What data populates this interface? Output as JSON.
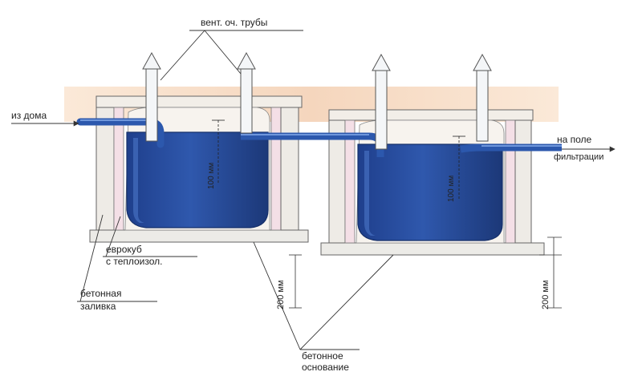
{
  "labels": {
    "vent": "вент. оч. трубы",
    "from_house": "из дома",
    "to_field_1": "на поле",
    "to_field_2": "фильтрации",
    "eurocube_1": "еврокуб",
    "eurocube_2": "с теплоизол.",
    "concrete_fill_1": "бетонная",
    "concrete_fill_2": "заливка",
    "concrete_base_1": "бетонное",
    "concrete_base_2": "основание",
    "dim_100_left": "100 мм",
    "dim_100_right": "100 мм",
    "dim_200_left": "200 мм",
    "dim_200_right": "200 мм"
  },
  "colors": {
    "soil_band": "#f6dcc4",
    "tank_blue": "#2a4fa0",
    "tank_dark": "#1c3878",
    "pipe_blue": "#3f6fc4",
    "concrete": "#ece9e4",
    "insulation": "#f3dde3",
    "outline": "#444444"
  }
}
